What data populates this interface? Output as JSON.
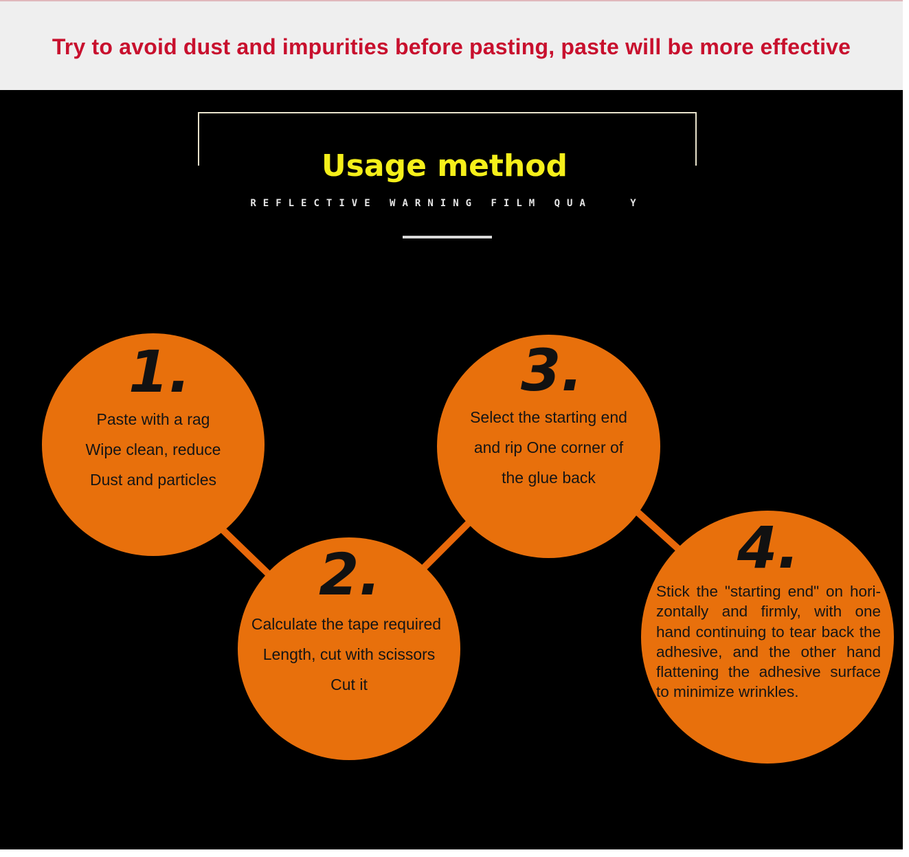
{
  "banner": {
    "text": "Try to avoid dust and impurities before pasting, paste will be more effective"
  },
  "header": {
    "title": "Usage method",
    "subtitle": "REFLECTIVE WARNING FILM QUA   Y"
  },
  "colors": {
    "banner_text": "#c8102e",
    "title": "#f5ef1a",
    "circle_fill": "#e8700c",
    "background": "#000000"
  },
  "steps": [
    {
      "number": "1.",
      "lines": [
        "Paste with a rag",
        "Wipe clean, reduce",
        "Dust and particles"
      ]
    },
    {
      "number": "2.",
      "lines": [
        "Calculate the tape required",
        "Length, cut with scissors",
        "Cut it"
      ]
    },
    {
      "number": "3.",
      "lines": [
        "Select the starting end",
        "and rip One corner of",
        "the glue back"
      ]
    },
    {
      "number": "4.",
      "paragraph": "Stick the \"starting end\" on hori­zontally and firmly, with one hand continuing to tear back the adhesive, and the other hand flattening the adhesive surface to minimize wrinkles."
    }
  ]
}
